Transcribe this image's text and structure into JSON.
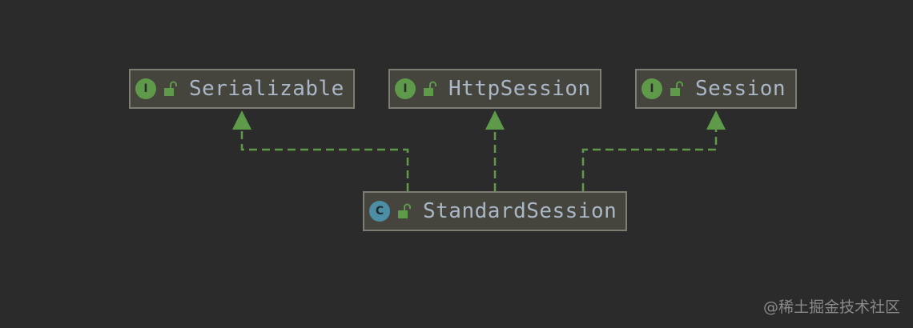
{
  "diagram": {
    "nodes": [
      {
        "id": "serializable",
        "kind": "interface",
        "kind_letter": "I",
        "label": "Serializable"
      },
      {
        "id": "httpsession",
        "kind": "interface",
        "kind_letter": "I",
        "label": "HttpSession"
      },
      {
        "id": "session",
        "kind": "interface",
        "kind_letter": "I",
        "label": "Session"
      },
      {
        "id": "standardsession",
        "kind": "class",
        "kind_letter": "C",
        "label": "StandardSession"
      }
    ],
    "edges": [
      {
        "from": "standardsession",
        "to": "serializable",
        "type": "implements"
      },
      {
        "from": "standardsession",
        "to": "httpsession",
        "type": "implements"
      },
      {
        "from": "standardsession",
        "to": "session",
        "type": "implements"
      }
    ],
    "colors": {
      "background": "#2b2b2b",
      "node_fill": "#45453d",
      "node_border": "#7d7d73",
      "edge": "#5e9a4a",
      "interface_badge": "#5e9a4a",
      "class_badge": "#4b8ea6",
      "label_text": "#a9b7c6"
    },
    "icons": {
      "interface": "interface-icon",
      "class": "class-icon",
      "access": "unlocked-lock-icon"
    }
  },
  "watermark": "@稀土掘金技术社区"
}
